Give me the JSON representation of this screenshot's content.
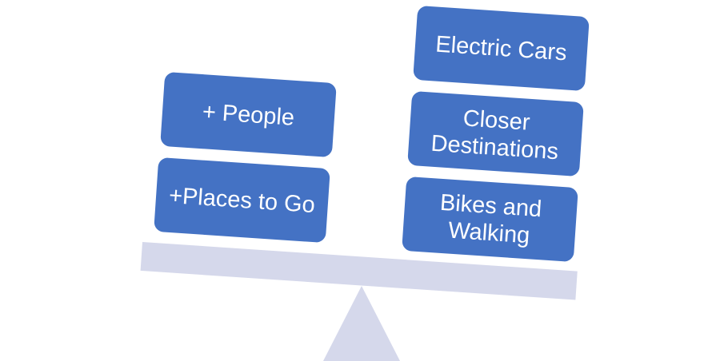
{
  "diagram": {
    "left_pan": {
      "items": [
        {
          "label": "+ People"
        },
        {
          "label": "+Places to Go"
        }
      ]
    },
    "right_pan": {
      "items": [
        {
          "label": "Electric Cars"
        },
        {
          "label": "Closer Destinations"
        },
        {
          "label": "Bikes and Walking"
        }
      ]
    },
    "colors": {
      "box_fill": "#4472c4",
      "box_text": "#ffffff",
      "scale": "#d5d8eb",
      "background": "#ffffff"
    },
    "tilt": "right-side-lower"
  }
}
